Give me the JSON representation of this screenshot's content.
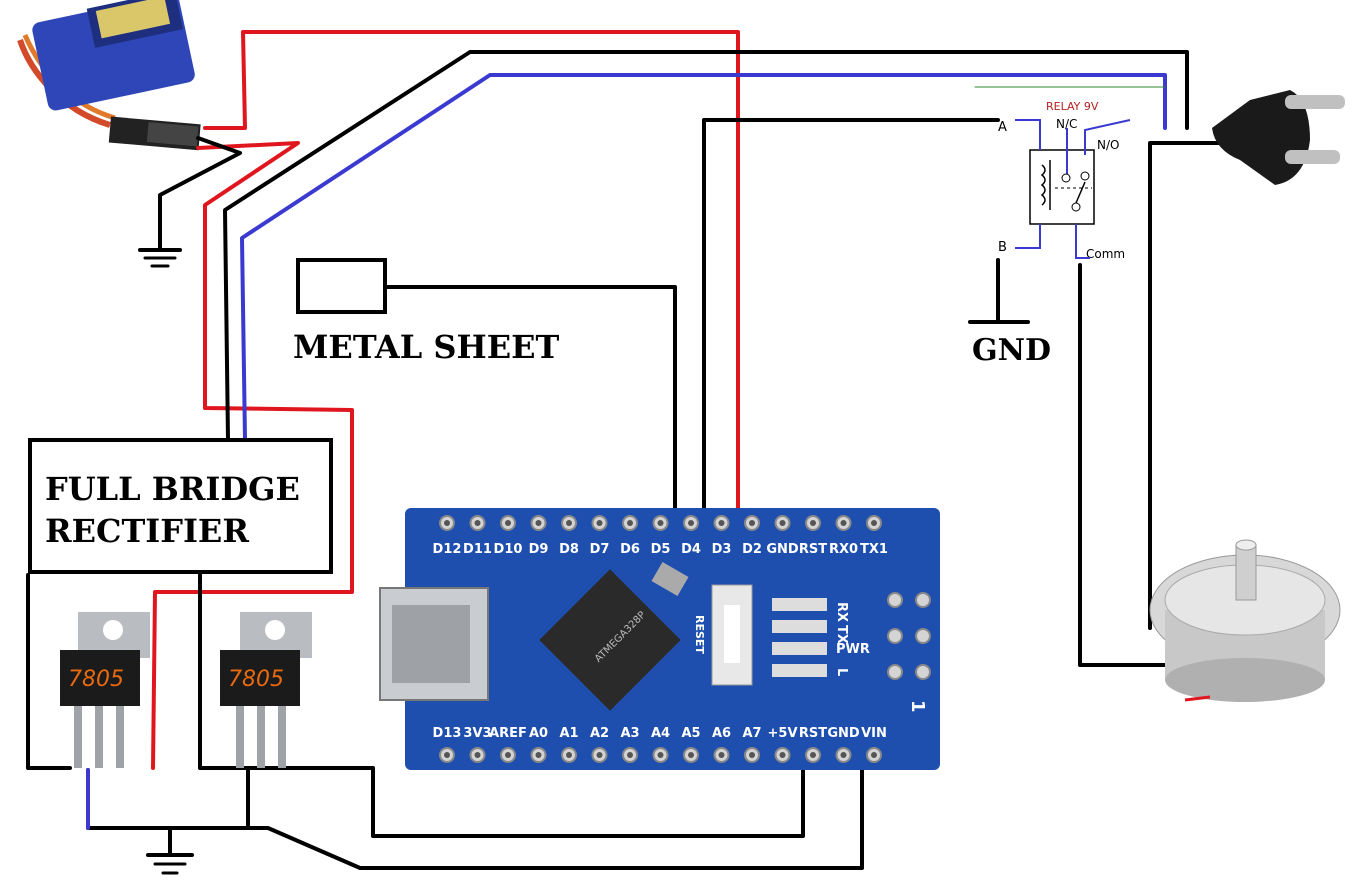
{
  "labels": {
    "metal_sheet": "METAL SHEET",
    "gnd": "GND",
    "rectifier_line1": "FULL BRIDGE",
    "rectifier_line2": "RECTIFIER",
    "relay_title": "RELAY 9V",
    "relay_nc": "N/C",
    "relay_no": "N/O",
    "relay_a": "A",
    "relay_b": "B",
    "relay_comm": "Comm",
    "regulator_1": "7805",
    "regulator_2": "7805"
  },
  "arduino": {
    "top_pins": [
      "D12",
      "D11",
      "D10",
      "D9",
      "D8",
      "D7",
      "D6",
      "D5",
      "D4",
      "D3",
      "D2",
      "GND",
      "RST",
      "RX0",
      "TX1"
    ],
    "bottom_pins": [
      "D13",
      "3V3",
      "AREF",
      "A0",
      "A1",
      "A2",
      "A3",
      "A4",
      "A5",
      "A6",
      "A7",
      "+5V",
      "RST",
      "GND",
      "VIN"
    ],
    "leds": [
      "RX",
      "TX",
      "PWR",
      "L"
    ],
    "reset_label": "RESET",
    "chip_label": "ATMEGA328P",
    "side_number": "1"
  },
  "colors": {
    "wire_red": "#e0161e",
    "wire_blue": "#3a3ad0",
    "wire_black": "#000000",
    "board_blue": "#1f4fae",
    "regulator_label": "#e86a10"
  }
}
